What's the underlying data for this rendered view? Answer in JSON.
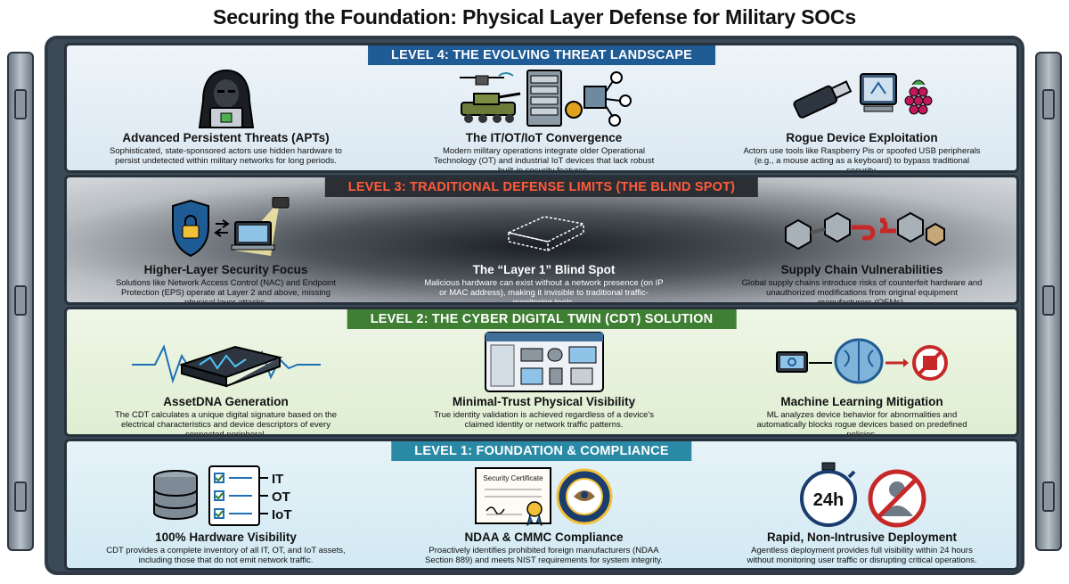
{
  "title": "Securing the Foundation: Physical Layer Defense for Military SOCs",
  "levels": {
    "l4": {
      "banner": "LEVEL 4: THE EVOLVING THREAT LANDSCAPE",
      "items": [
        {
          "title": "Advanced Persistent Threats (APTs)",
          "text": "Sophisticated, state-sponsored actors use hidden hardware to persist undetected within military networks for long periods.",
          "icon": "hooded-hacker-icon"
        },
        {
          "title": "The IT/OT/IoT Convergence",
          "text": "Modern military operations integrate older Operational Technology (OT) and industrial IoT devices that lack robust built-in security features.",
          "icon": "tank-drone-server-icon"
        },
        {
          "title": "Rogue Device Exploitation",
          "text": "Actors use tools like Raspberry Pis or spoofed USB peripherals (e.g., a mouse acting as a keyboard) to bypass traditional security.",
          "icon": "usb-raspberry-icon"
        }
      ]
    },
    "l3": {
      "banner": "LEVEL 3: TRADITIONAL DEFENSE LIMITS (THE BLIND SPOT)",
      "items": [
        {
          "title": "Higher-Layer Security Focus",
          "text": "Solutions like Network Access Control (NAC) and Endpoint Protection (EPS) operate at Layer 2 and above, missing physical layer attacks.",
          "icon": "lock-laptop-spotlight-icon"
        },
        {
          "title": "The “Layer 1” Blind Spot",
          "text": "Malicious hardware can exist without a network presence (on IP or MAC address), making it invisible to traditional traffic-monitoring tools.",
          "icon": "hidden-device-icon"
        },
        {
          "title": "Supply Chain Vulnerabilities",
          "text": "Global supply chains introduce risks of counterfeit hardware and unauthorized modifications from original equipment manufacturers (OEMs).",
          "icon": "broken-chain-icon"
        }
      ]
    },
    "l2": {
      "banner": "LEVEL 2: THE CYBER DIGITAL TWIN (CDT) SOLUTION",
      "items": [
        {
          "title": "AssetDNA Generation",
          "text": "The CDT calculates a unique digital signature based on the electrical characteristics and device descriptors of every connected peripheral.",
          "icon": "network-switch-waveform-icon"
        },
        {
          "title": "Minimal-Trust Physical Visibility",
          "text": "True identity validation is achieved regardless of a device's claimed identity or network traffic patterns.",
          "icon": "device-dashboard-icon"
        },
        {
          "title": "Machine Learning Mitigation",
          "text": "ML analyzes device behavior for abnormalities and automatically blocks rogue devices based on predefined policies.",
          "icon": "brain-block-icon"
        }
      ]
    },
    "l1": {
      "banner": "LEVEL 1: FOUNDATION & COMPLIANCE",
      "items": [
        {
          "title": "100% Hardware Visibility",
          "text": "CDT provides a complete inventory of all IT, OT, and IoT assets, including those that do not emit network traffic.",
          "icon": "checklist-database-icon",
          "labels": [
            "IT",
            "OT",
            "IoT"
          ]
        },
        {
          "title": "NDAA & CMMC Compliance",
          "text": "Proactively identifies prohibited foreign manufacturers (NDAA Section 889) and meets NIST requirements for system integrity.",
          "icon": "certificate-seal-icon",
          "cert_label": "Security Certificate"
        },
        {
          "title": "Rapid, Non-Intrusive Deployment",
          "text": "Agentless deployment provides full visibility within 24 hours without monitoring user traffic or disrupting critical operations.",
          "icon": "stopwatch-no-user-icon",
          "timer_label": "24h"
        }
      ]
    }
  },
  "colors": {
    "level4": "#1f5b94",
    "level3": "#ff5a3c",
    "level2": "#3f7f33",
    "level1": "#2a8aa6"
  }
}
